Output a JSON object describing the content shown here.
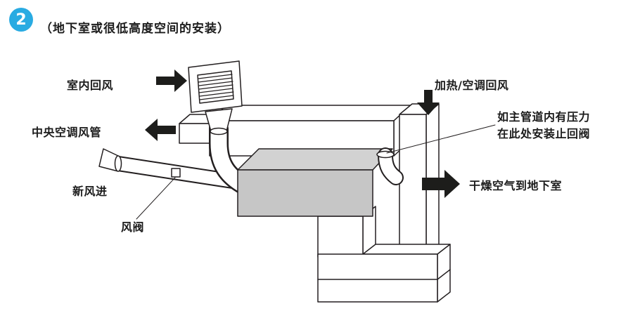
{
  "badge": {
    "number": "2",
    "color": "#29abe2"
  },
  "title": "（地下室或很低高度空间的安装）",
  "labels": {
    "indoor_return": "室内回风",
    "central_duct": "中央空调风管",
    "fresh_air": "新风进",
    "damper": "风阀",
    "heating_return": "加热/空调回风",
    "check_valve_line1": "如主管道内有压力",
    "check_valve_line2": "在此处安装止回阀",
    "dry_air": "干燥空气到地下室"
  },
  "colors": {
    "line": "#231f20",
    "arrow": "#1d1d1b",
    "unit_top": "#d2d2d2",
    "unit_front": "#c6c6c6",
    "pipe_fill": "#ffffff"
  }
}
